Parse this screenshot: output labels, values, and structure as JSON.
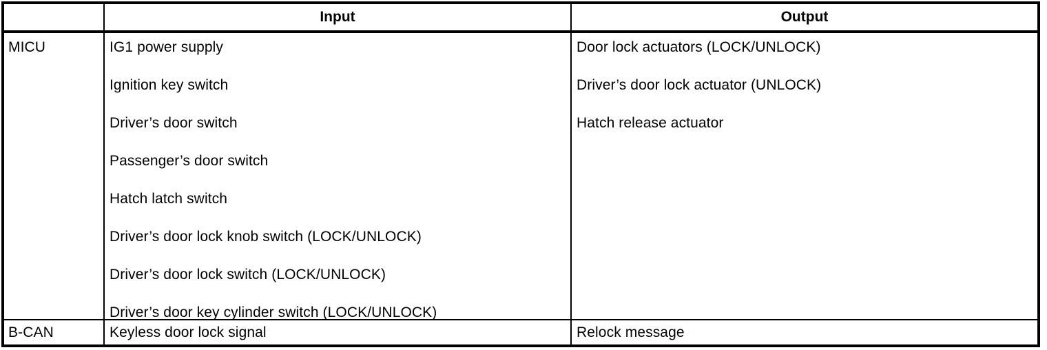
{
  "table": {
    "headers": {
      "source": "",
      "input": "Input",
      "output": "Output"
    },
    "rows": [
      {
        "source": "MICU",
        "input": [
          "IG1 power supply",
          "Ignition key switch",
          "Driver’s door switch",
          "Passenger’s door switch",
          "Hatch latch switch",
          "Driver’s door lock knob switch (LOCK/UNLOCK)",
          "Driver’s door lock switch (LOCK/UNLOCK)",
          "Driver’s door key cylinder switch (LOCK/UNLOCK)"
        ],
        "output": [
          "Door lock actuators (LOCK/UNLOCK)",
          "Driver’s door lock actuator (UNLOCK)",
          "Hatch release actuator"
        ]
      },
      {
        "source": "B-CAN",
        "input": [
          "Keyless door lock signal"
        ],
        "output": [
          "Relock message"
        ]
      }
    ]
  },
  "colors": {
    "border": "#000000",
    "text": "#000000",
    "background": "#ffffff"
  }
}
